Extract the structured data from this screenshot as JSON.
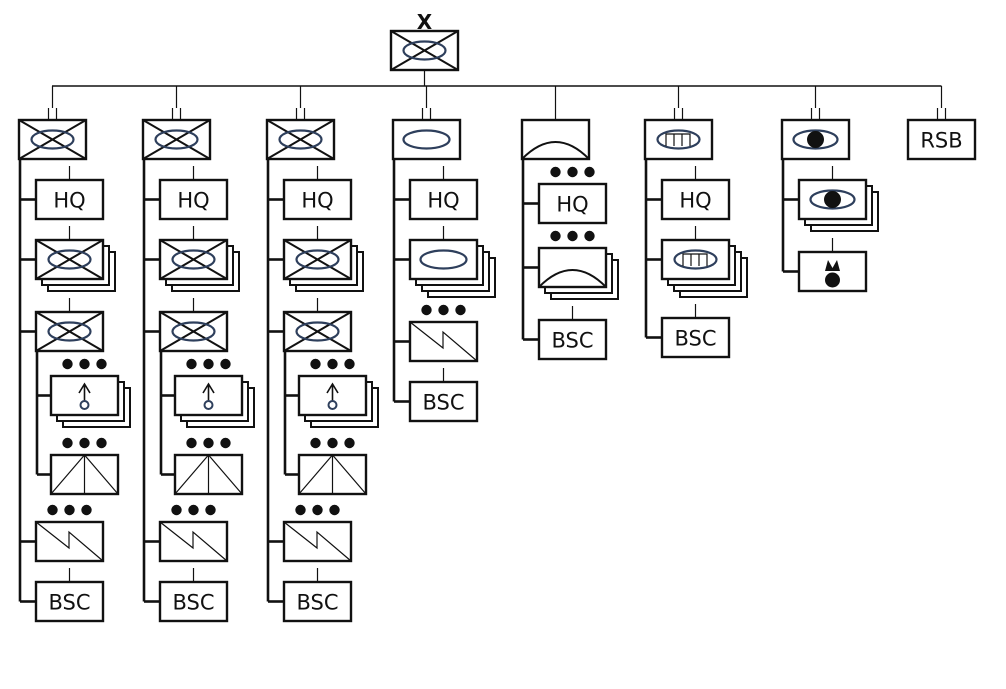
{
  "diagram": {
    "type": "military-org-chart",
    "top_unit": {
      "echelon": "X",
      "symbol": "armored-infantry",
      "echelon_label": "X"
    },
    "colors": {
      "line": "#111111",
      "symbol_accent": "#2e3f5c",
      "background": "#ffffff"
    },
    "columns": [
      {
        "id": "cab-1",
        "symbol": "armored-infantry",
        "echelon": "II",
        "children": [
          {
            "kind": "label",
            "text": "HQ"
          },
          {
            "kind": "stack",
            "symbol": "armored-infantry",
            "count": 3
          },
          {
            "kind": "unit",
            "symbol": "armored-infantry",
            "sub": [
              {
                "kind": "stack",
                "symbol": "mortar",
                "echelon": "•••",
                "count": 3
              },
              {
                "kind": "unit",
                "symbol": "reconnaissance",
                "echelon": "•••"
              }
            ]
          },
          {
            "kind": "unit",
            "symbol": "signal",
            "echelon": "•••"
          },
          {
            "kind": "label",
            "text": "BSC"
          }
        ]
      },
      {
        "id": "cab-2",
        "symbol": "armored-infantry",
        "echelon": "II",
        "children": [
          {
            "kind": "label",
            "text": "HQ"
          },
          {
            "kind": "stack",
            "symbol": "armored-infantry",
            "count": 3
          },
          {
            "kind": "unit",
            "symbol": "armored-infantry",
            "sub": [
              {
                "kind": "stack",
                "symbol": "mortar",
                "echelon": "•••",
                "count": 3
              },
              {
                "kind": "unit",
                "symbol": "reconnaissance",
                "echelon": "•••"
              }
            ]
          },
          {
            "kind": "unit",
            "symbol": "signal",
            "echelon": "•••"
          },
          {
            "kind": "label",
            "text": "BSC"
          }
        ]
      },
      {
        "id": "cab-3",
        "symbol": "armored-infantry",
        "echelon": "II",
        "children": [
          {
            "kind": "label",
            "text": "HQ"
          },
          {
            "kind": "stack",
            "symbol": "armored-infantry",
            "count": 3
          },
          {
            "kind": "unit",
            "symbol": "armored-infantry",
            "sub": [
              {
                "kind": "stack",
                "symbol": "mortar",
                "echelon": "•••",
                "count": 3
              },
              {
                "kind": "unit",
                "symbol": "reconnaissance",
                "echelon": "•••"
              }
            ]
          },
          {
            "kind": "unit",
            "symbol": "signal",
            "echelon": "•••"
          },
          {
            "kind": "label",
            "text": "BSC"
          }
        ]
      },
      {
        "id": "armor",
        "symbol": "armor",
        "echelon": "II",
        "children": [
          {
            "kind": "label",
            "text": "HQ"
          },
          {
            "kind": "stack",
            "symbol": "armor",
            "count": 4
          },
          {
            "kind": "unit",
            "symbol": "signal",
            "echelon": "•••"
          },
          {
            "kind": "label",
            "text": "BSC"
          }
        ]
      },
      {
        "id": "artillery",
        "symbol": "field-artillery",
        "echelon": "I",
        "children": [
          {
            "kind": "label",
            "text": "HQ",
            "echelon": "•••"
          },
          {
            "kind": "stack",
            "symbol": "field-artillery",
            "echelon": "•••",
            "count": 3
          },
          {
            "kind": "label",
            "text": "BSC"
          }
        ]
      },
      {
        "id": "armored-engineer",
        "symbol": "armored-engineer",
        "echelon": "II",
        "children": [
          {
            "kind": "label",
            "text": "HQ"
          },
          {
            "kind": "stack",
            "symbol": "armored-engineer",
            "count": 4
          },
          {
            "kind": "label",
            "text": "BSC"
          }
        ]
      },
      {
        "id": "armored-recon",
        "symbol": "armored-reconnaissance",
        "echelon": "II",
        "children": [
          {
            "kind": "stack",
            "symbol": "armored-reconnaissance",
            "count": 3
          },
          {
            "kind": "unit",
            "symbol": "sniper"
          }
        ]
      },
      {
        "id": "rsb",
        "symbol": "label",
        "echelon": "II",
        "label": "RSB",
        "children": []
      }
    ],
    "labels": {
      "hq": "HQ",
      "bsc": "BSC",
      "rsb": "RSB",
      "top_echelon": "X"
    }
  }
}
